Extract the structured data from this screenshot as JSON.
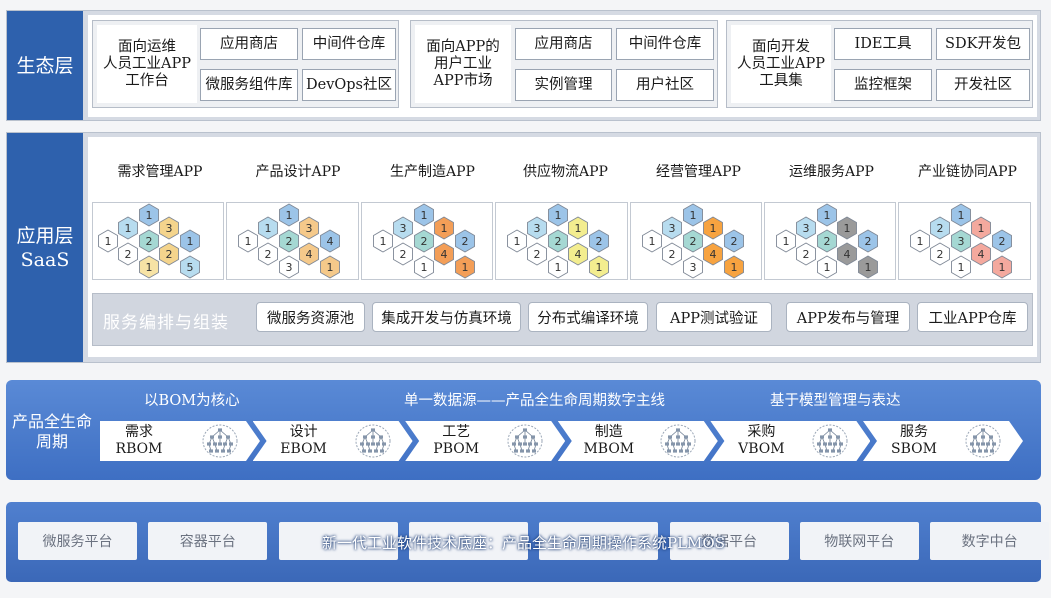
{
  "ecology": {
    "label_lines": [
      "生态层"
    ],
    "groups": [
      {
        "title_lines": [
          "面向运维",
          "人员工业APP",
          "工作台"
        ],
        "items": [
          "应用商店",
          "中间件仓库",
          "微服务组件库",
          "DevOps社区"
        ]
      },
      {
        "title_lines": [
          "面向APP的",
          "用户工业",
          "APP市场"
        ],
        "items": [
          "应用商店",
          "中间件仓库",
          "实例管理",
          "用户社区"
        ]
      },
      {
        "title_lines": [
          "面向开发",
          "人员工业APP",
          "工具集"
        ],
        "items": [
          "IDE工具",
          "SDK开发包",
          "监控框架",
          "开发社区"
        ]
      }
    ]
  },
  "saas": {
    "label_lines": [
      "应用层",
      "SaaS"
    ],
    "apps": [
      "需求管理APP",
      "产品设计APP",
      "生产制造APP",
      "供应物流APP",
      "经营管理APP",
      "运维服务APP",
      "产业链协同APP"
    ],
    "accents": [
      "#f5c98a",
      "#f39e57",
      "#f3ed8f",
      "#f7a340",
      "#9a9a9a",
      "#f4a99e"
    ],
    "orchestration": {
      "title": "服务编排与组装",
      "items": [
        "微服务资源池",
        "集成开发与仿真环境",
        "分布式编译环境",
        "APP测试验证",
        "APP发布与管理",
        "工业APP仓库"
      ]
    }
  },
  "lifecycle": {
    "label_lines": [
      "产品全生命",
      "周期"
    ],
    "headings": [
      "以BOM为核心",
      "单一数据源——产品全生命周期数字主线",
      "基于模型管理与表达"
    ],
    "stages": [
      {
        "name": "需求",
        "bom": "RBOM"
      },
      {
        "name": "设计",
        "bom": "EBOM"
      },
      {
        "name": "工艺",
        "bom": "PBOM"
      },
      {
        "name": "制造",
        "bom": "MBOM"
      },
      {
        "name": "采购",
        "bom": "VBOM"
      },
      {
        "name": "服务",
        "bom": "SBOM"
      }
    ]
  },
  "base": {
    "title": "新一代工业软件技术底座：产品全生命周期操作系统PLMOS",
    "platforms": [
      "微服务平台",
      "容器平台",
      "",
      "",
      "",
      "数据平台",
      "物联网平台",
      "数字中台"
    ]
  }
}
